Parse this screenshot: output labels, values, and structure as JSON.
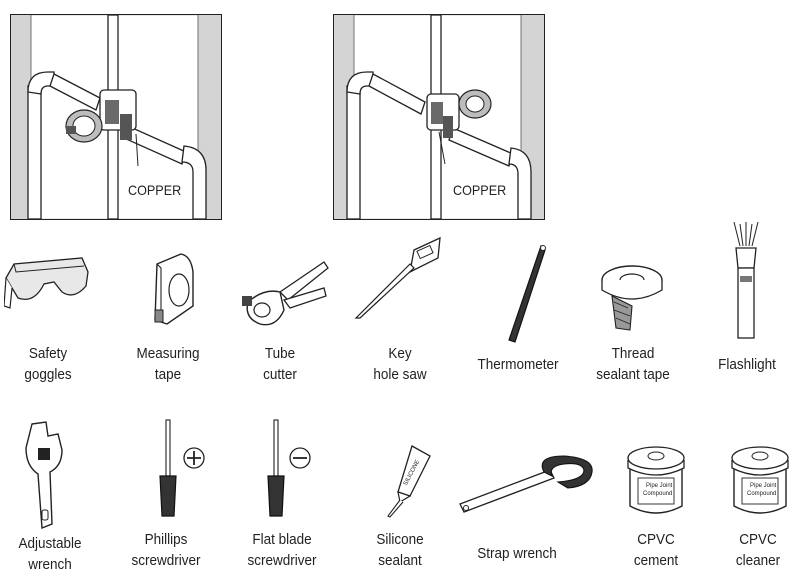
{
  "diagrams": [
    {
      "label": "COPPER"
    },
    {
      "label": "COPPER"
    }
  ],
  "tools": [
    {
      "line1": "Safety",
      "line2": "goggles",
      "icon": "safety-goggles-icon"
    },
    {
      "line1": "Measuring",
      "line2": "tape",
      "icon": "measuring-tape-icon"
    },
    {
      "line1": "Tube",
      "line2": "cutter",
      "icon": "tube-cutter-icon"
    },
    {
      "line1": "Key",
      "line2": "hole saw",
      "icon": "key-hole-saw-icon"
    },
    {
      "line1": "Thermometer",
      "line2": "",
      "icon": "thermometer-icon"
    },
    {
      "line1": "Thread",
      "line2": "sealant tape",
      "icon": "thread-sealant-tape-icon"
    },
    {
      "line1": "Flashlight",
      "line2": "",
      "icon": "flashlight-icon"
    },
    {
      "line1": "Adjustable",
      "line2": "wrench",
      "icon": "adjustable-wrench-icon"
    },
    {
      "line1": "Phillips",
      "line2": "screwdriver",
      "icon": "phillips-screwdriver-icon"
    },
    {
      "line1": "Flat blade",
      "line2": "screwdriver",
      "icon": "flat-blade-screwdriver-icon"
    },
    {
      "line1": "Silicone",
      "line2": "sealant",
      "icon": "silicone-sealant-icon"
    },
    {
      "line1": "Strap wrench",
      "line2": "",
      "icon": "strap-wrench-icon"
    },
    {
      "line1": "CPVC",
      "line2": "cement",
      "icon": "cpvc-cement-icon"
    },
    {
      "line1": "CPVC",
      "line2": "cleaner",
      "icon": "cpvc-cleaner-icon"
    }
  ],
  "product_labels": {
    "silicone_tube": "SILICONE",
    "can_text_line1": "Pipe Joint",
    "can_text_line2": "Compound"
  }
}
